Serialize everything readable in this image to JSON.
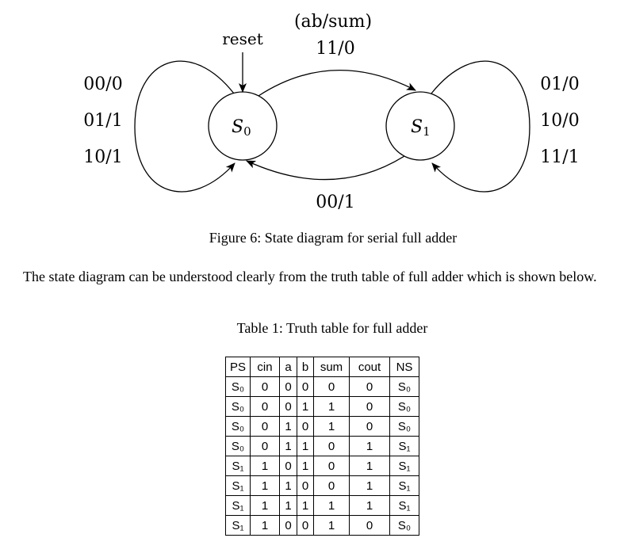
{
  "diagram": {
    "top_label": "(ab/sum)",
    "reset_label": "reset",
    "top_edge_label": "11/0",
    "bottom_edge_label": "00/1",
    "state0": {
      "letter": "S",
      "sub": "0"
    },
    "state1": {
      "letter": "S",
      "sub": "1"
    },
    "left_loop_labels": [
      "00/0",
      "01/1",
      "10/1"
    ],
    "right_loop_labels": [
      "01/0",
      "10/0",
      "11/1"
    ]
  },
  "figure_caption": "Figure 6:  State diagram for serial full adder",
  "paragraph": "The state diagram can be understood clearly from the truth table of full adder which is shown below.",
  "table_caption": "Table 1: Truth table for full adder",
  "table": {
    "headers": [
      "PS",
      "cin",
      "a",
      "b",
      "sum",
      "cout",
      "NS"
    ],
    "rows": [
      [
        "S₀",
        "0",
        "0",
        "0",
        "0",
        "0",
        "S₀"
      ],
      [
        "S₀",
        "0",
        "0",
        "1",
        "1",
        "0",
        "S₀"
      ],
      [
        "S₀",
        "0",
        "1",
        "0",
        "1",
        "0",
        "S₀"
      ],
      [
        "S₀",
        "0",
        "1",
        "1",
        "0",
        "1",
        "S₁"
      ],
      [
        "S₁",
        "1",
        "0",
        "1",
        "0",
        "1",
        "S₁"
      ],
      [
        "S₁",
        "1",
        "1",
        "0",
        "0",
        "1",
        "S₁"
      ],
      [
        "S₁",
        "1",
        "1",
        "1",
        "1",
        "1",
        "S₁"
      ],
      [
        "S₁",
        "1",
        "0",
        "0",
        "1",
        "0",
        "S₀"
      ]
    ]
  }
}
